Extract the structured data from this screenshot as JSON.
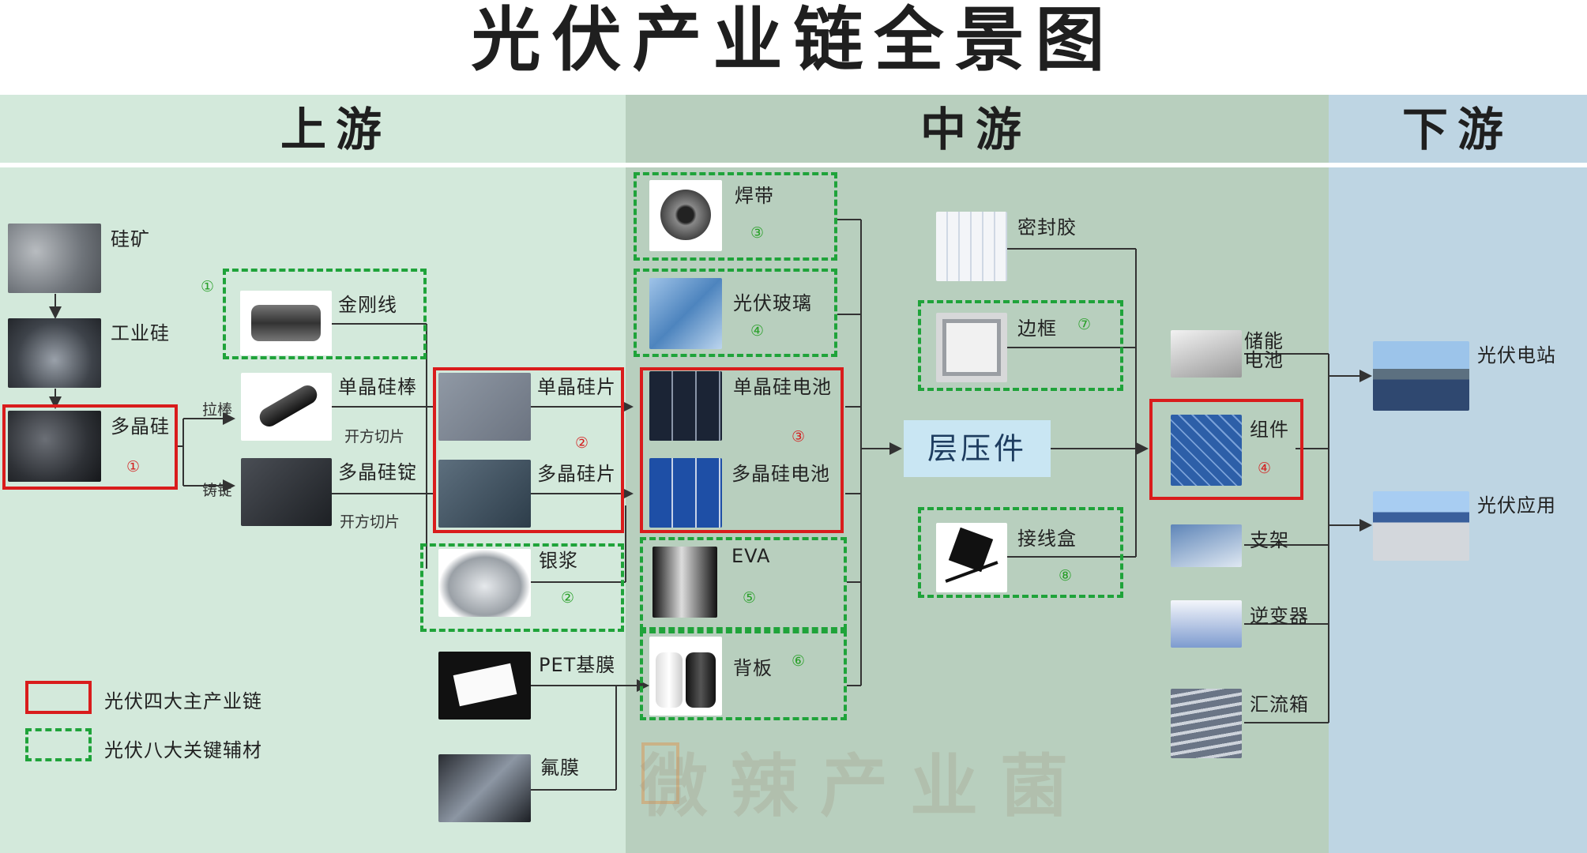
{
  "title": "光伏产业链全景图",
  "sections": {
    "upstream": "上游",
    "midstream": "中游",
    "downstream": "下游"
  },
  "colors": {
    "upstream_bg": "#d3e9db",
    "midstream_bg": "#b8cfbe",
    "downstream_bg": "#bed5e3",
    "main_chain_box": "#d91c1c",
    "key_material_box": "#1fa33a"
  },
  "upstream": {
    "silicon_ore": "硅矿",
    "industrial_silicon": "工业硅",
    "polysilicon": "多晶硅",
    "polysilicon_num": "①",
    "pull_rod": "拉棒",
    "casting": "铸锭",
    "diamond_wire": "金刚线",
    "diamond_wire_num": "①",
    "mono_rod": "单晶硅棒",
    "squaring_1": "开方切片",
    "poly_ingot": "多晶硅锭",
    "squaring_2": "开方切片",
    "mono_wafer": "单晶硅片",
    "poly_wafer": "多晶硅片",
    "wafer_num": "②",
    "silver_paste": "银浆",
    "silver_paste_num": "②",
    "pet_film": "PET基膜",
    "fluoro_film": "氟膜"
  },
  "midstream": {
    "solder_ribbon": "焊带",
    "solder_ribbon_num": "③",
    "pv_glass": "光伏玻璃",
    "pv_glass_num": "④",
    "mono_cell": "单晶硅电池",
    "poly_cell": "多晶硅电池",
    "cell_num": "③",
    "eva": "EVA",
    "eva_num": "⑤",
    "backsheet": "背板",
    "backsheet_num": "⑥",
    "sealant": "密封胶",
    "frame": "边框",
    "frame_num": "⑦",
    "laminate": "层压件",
    "junction_box": "接线盒",
    "junction_box_num": "⑧"
  },
  "downstream": {
    "storage_battery": "储能\n电池",
    "module": "组件",
    "module_num": "④",
    "bracket": "支架",
    "inverter": "逆变器",
    "combiner_box": "汇流箱",
    "pv_station": "光伏电站",
    "pv_application": "光伏应用"
  },
  "legend": {
    "main_chain": "光伏四大主产业链",
    "key_materials": "光伏八大关键辅材"
  },
  "watermark": "微辣产业菌"
}
